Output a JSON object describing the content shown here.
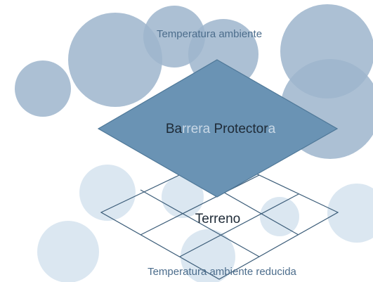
{
  "diagram": {
    "top_label": "Temperatura ambiente",
    "barrier_label_parts": [
      {
        "text": "Ba",
        "tone": "dark"
      },
      {
        "text": "rrera",
        "tone": "light"
      },
      {
        "text": " Protector",
        "tone": "dark"
      },
      {
        "text": "a",
        "tone": "light"
      }
    ],
    "ground_label": "Terreno",
    "bottom_label": "Temperatura ambiente reducida"
  },
  "colors": {
    "circle_dark": "#9db5cc",
    "circle_light": "#d7e4ef",
    "barrier_fill": "#6a93b4",
    "barrier_stroke": "#4f7898",
    "grid_stroke": "#3c5d79",
    "label_blue": "#4c6d8c",
    "text_dark": "#1e2a36",
    "text_light": "#c9d8e6"
  }
}
